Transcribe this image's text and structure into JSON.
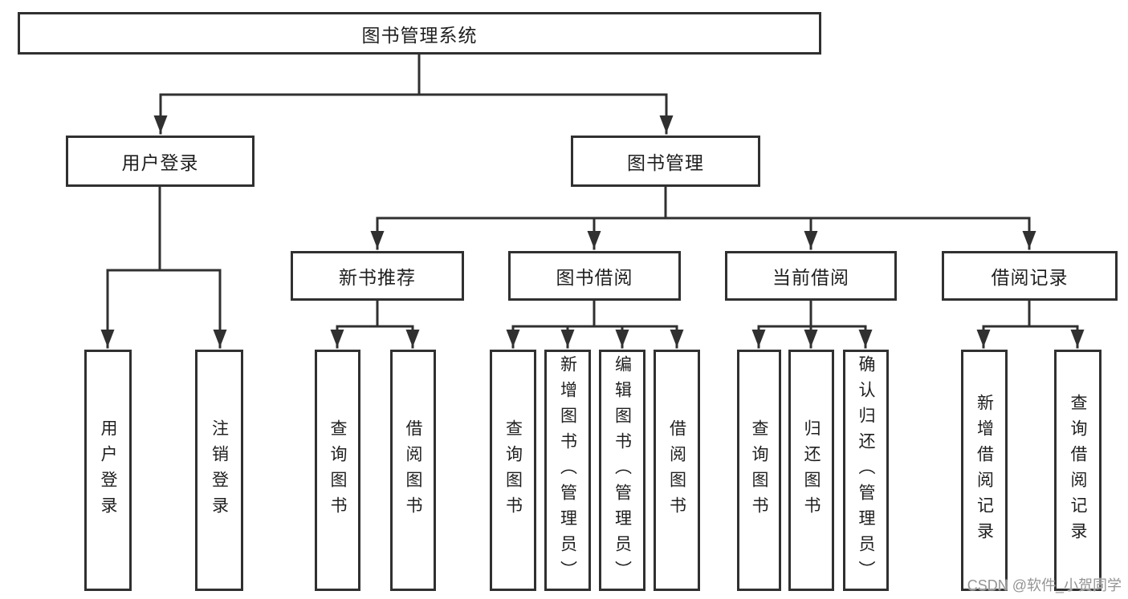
{
  "diagram_title": "图书管理系统",
  "tree": {
    "label": "图书管理系统",
    "children": [
      {
        "label": "用户登录",
        "children": [
          {
            "label": "用户登录"
          },
          {
            "label": "注销登录"
          }
        ]
      },
      {
        "label": "图书管理",
        "children": [
          {
            "label": "新书推荐",
            "children": [
              {
                "label": "查询图书"
              },
              {
                "label": "借阅图书"
              }
            ]
          },
          {
            "label": "图书借阅",
            "children": [
              {
                "label": "查询图书"
              },
              {
                "label": "新增图书（管理员）"
              },
              {
                "label": "编辑图书（管理员）"
              },
              {
                "label": "借阅图书"
              }
            ]
          },
          {
            "label": "当前借阅",
            "children": [
              {
                "label": "查询图书"
              },
              {
                "label": "归还图书"
              },
              {
                "label": "确认归还（管理员）"
              }
            ]
          },
          {
            "label": "借阅记录",
            "children": [
              {
                "label": "新增借阅记录"
              },
              {
                "label": "查询借阅记录"
              }
            ]
          }
        ]
      }
    ]
  },
  "watermark": {
    "text": "CSDN @软件_小贺同学"
  },
  "colors": {
    "line": "#303030",
    "text": "#1f1f1f",
    "background": "#ffffff",
    "watermark_text": "#949494"
  }
}
